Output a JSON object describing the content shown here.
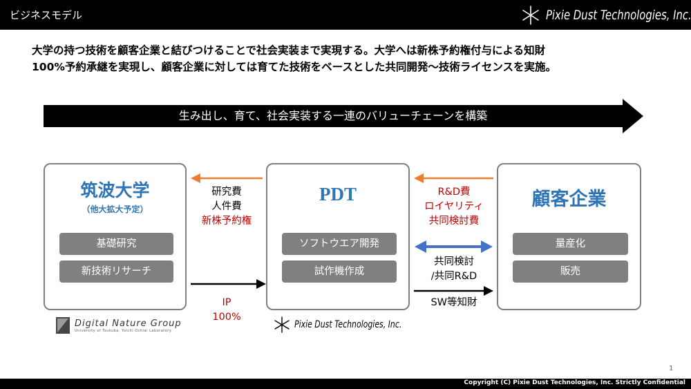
{
  "header": {
    "title": "ビジネスモデル",
    "logo_text": "Pixie Dust Technologies, Inc."
  },
  "intro": {
    "line1": "大学の持つ技術を顧客企業と結びつけることで社会実装まで実現する。大学へは新株予約権付与による知財",
    "line2": "100%予約承継を実現し、顧客企業に対しては育てた技術をベースとした共同開発～技術ライセンスを実施。"
  },
  "banner": {
    "text": "生み出し、育て、社会実装する一連のバリューチェーンを構築"
  },
  "boxes": {
    "university": {
      "title": "筑波大学",
      "subtitle": "（他大拡大予定）",
      "items": [
        "基礎研究",
        "新技術リサーチ"
      ],
      "logo_text": "Digital Nature Group",
      "logo_subtext": "University of Tsukuba, Yoichi Ochiai Laboratory"
    },
    "pdt": {
      "title": "PDT",
      "items": [
        "ソフトウエア開発",
        "試作機作成"
      ],
      "logo_text": "Pixie Dust Technologies, Inc."
    },
    "client": {
      "title": "顧客企業",
      "items": [
        "量産化",
        "販売"
      ]
    }
  },
  "flows": {
    "pdt_to_univ": {
      "lines": [
        "研究費",
        "人件費"
      ],
      "highlight": "新株予約権"
    },
    "univ_to_pdt": {
      "lines": [
        "IP",
        "100%"
      ]
    },
    "client_to_pdt": {
      "lines": [
        "R&D費",
        "ロイヤリティ",
        "共同検討費"
      ]
    },
    "joint": {
      "lines": [
        "共同検討",
        "/共同R&D"
      ]
    },
    "pdt_to_client": {
      "lines": [
        "SW等知財"
      ]
    }
  },
  "colors": {
    "orange": "#ed7d31",
    "blue": "#4472c4",
    "red": "#c00000",
    "title_blue": "#2e75b6",
    "pill_gray": "#808080"
  },
  "footer": {
    "copyright": "Copyright (C)  Pixie Dust Technologies, Inc. Strictly Confidential",
    "page": "1"
  }
}
